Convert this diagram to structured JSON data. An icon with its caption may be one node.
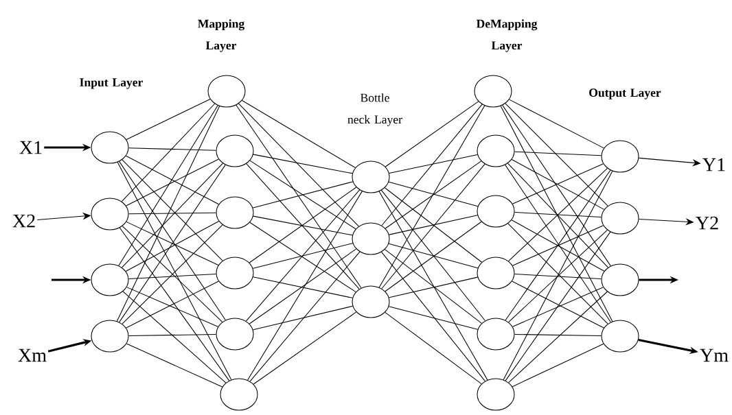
{
  "diagram": {
    "nodes": [
      {
        "text": [
          "X1"
        ]
      },
      {
        "text": [
          "X2"
        ]
      },
      {
        "text": [
          "Xm"
        ]
      },
      {
        "text": [],
        "shape": "circle"
      },
      {
        "text": [],
        "shape": "circle"
      },
      {
        "text": [],
        "shape": "circle"
      },
      {
        "text": [],
        "shape": "circle"
      },
      {
        "text": [],
        "shape": "circle"
      },
      {
        "text": [],
        "shape": "circle"
      },
      {
        "text": [],
        "shape": "circle"
      },
      {
        "text": [],
        "shape": "circle"
      },
      {
        "text": [],
        "shape": "circle"
      },
      {
        "text": [],
        "shape": "circle"
      },
      {
        "text": [],
        "shape": "circle"
      },
      {
        "text": [],
        "shape": "circle"
      },
      {
        "text": [],
        "shape": "circle"
      },
      {
        "text": [],
        "shape": "circle"
      },
      {
        "text": [],
        "shape": "circle"
      },
      {
        "text": [],
        "shape": "circle"
      },
      {
        "text": [],
        "shape": "circle"
      },
      {
        "text": [],
        "shape": "circle"
      },
      {
        "text": [],
        "shape": "circle"
      },
      {
        "text": [],
        "shape": "circle"
      },
      {
        "text": [],
        "shape": "circle"
      },
      {
        "text": [],
        "shape": "circle"
      },
      {
        "text": [],
        "shape": "circle"
      },
      {
        "text": [
          "Y1"
        ]
      },
      {
        "text": [
          "Y2"
        ]
      },
      {
        "text": [
          "Ym"
        ]
      }
    ],
    "edges": [
      {
        "from": 0,
        "to": 3,
        "arrow": "to",
        "style": "thick"
      },
      {
        "from": 1,
        "to": 4,
        "arrow": "to"
      },
      {
        "from": null,
        "to": 5,
        "arrow": "to",
        "style": "thick"
      },
      {
        "from": 2,
        "to": 6,
        "arrow": "to",
        "style": "thick"
      },
      {
        "from": 3,
        "to": 7,
        "arrow": "none"
      },
      {
        "from": 3,
        "to": 8,
        "arrow": "none"
      },
      {
        "from": 3,
        "to": 9,
        "arrow": "none"
      },
      {
        "from": 3,
        "to": 10,
        "arrow": "none"
      },
      {
        "from": 3,
        "to": 11,
        "arrow": "none"
      },
      {
        "from": 3,
        "to": 12,
        "arrow": "none"
      },
      {
        "from": 4,
        "to": 7,
        "arrow": "none"
      },
      {
        "from": 4,
        "to": 8,
        "arrow": "none"
      },
      {
        "from": 4,
        "to": 9,
        "arrow": "none"
      },
      {
        "from": 4,
        "to": 10,
        "arrow": "none"
      },
      {
        "from": 4,
        "to": 11,
        "arrow": "none"
      },
      {
        "from": 4,
        "to": 12,
        "arrow": "none"
      },
      {
        "from": 5,
        "to": 7,
        "arrow": "none"
      },
      {
        "from": 5,
        "to": 8,
        "arrow": "none"
      },
      {
        "from": 5,
        "to": 9,
        "arrow": "none"
      },
      {
        "from": 5,
        "to": 10,
        "arrow": "none"
      },
      {
        "from": 5,
        "to": 11,
        "arrow": "none"
      },
      {
        "from": 5,
        "to": 12,
        "arrow": "none"
      },
      {
        "from": 6,
        "to": 7,
        "arrow": "none"
      },
      {
        "from": 6,
        "to": 8,
        "arrow": "none"
      },
      {
        "from": 6,
        "to": 9,
        "arrow": "none"
      },
      {
        "from": 6,
        "to": 10,
        "arrow": "none"
      },
      {
        "from": 6,
        "to": 11,
        "arrow": "none"
      },
      {
        "from": 6,
        "to": 12,
        "arrow": "none"
      },
      {
        "from": 7,
        "to": 13,
        "arrow": "none"
      },
      {
        "from": 7,
        "to": 14,
        "arrow": "none"
      },
      {
        "from": 7,
        "to": 15,
        "arrow": "none"
      },
      {
        "from": 8,
        "to": 13,
        "arrow": "none"
      },
      {
        "from": 8,
        "to": 14,
        "arrow": "none"
      },
      {
        "from": 8,
        "to": 15,
        "arrow": "none"
      },
      {
        "from": 9,
        "to": 13,
        "arrow": "none"
      },
      {
        "from": 9,
        "to": 14,
        "arrow": "none"
      },
      {
        "from": 9,
        "to": 15,
        "arrow": "none"
      },
      {
        "from": 10,
        "to": 13,
        "arrow": "none"
      },
      {
        "from": 10,
        "to": 14,
        "arrow": "none"
      },
      {
        "from": 10,
        "to": 15,
        "arrow": "none"
      },
      {
        "from": 11,
        "to": 13,
        "arrow": "none"
      },
      {
        "from": 11,
        "to": 14,
        "arrow": "none"
      },
      {
        "from": 11,
        "to": 15,
        "arrow": "none"
      },
      {
        "from": 12,
        "to": 13,
        "arrow": "none"
      },
      {
        "from": 12,
        "to": 14,
        "arrow": "none"
      },
      {
        "from": 12,
        "to": 15,
        "arrow": "none"
      },
      {
        "from": 13,
        "to": 16,
        "arrow": "none"
      },
      {
        "from": 13,
        "to": 17,
        "arrow": "none"
      },
      {
        "from": 13,
        "to": 18,
        "arrow": "none"
      },
      {
        "from": 13,
        "to": 19,
        "arrow": "none"
      },
      {
        "from": 13,
        "to": 20,
        "arrow": "none"
      },
      {
        "from": 13,
        "to": 21,
        "arrow": "none"
      },
      {
        "from": 14,
        "to": 16,
        "arrow": "none"
      },
      {
        "from": 14,
        "to": 17,
        "arrow": "none"
      },
      {
        "from": 14,
        "to": 18,
        "arrow": "none"
      },
      {
        "from": 14,
        "to": 19,
        "arrow": "none"
      },
      {
        "from": 14,
        "to": 20,
        "arrow": "none"
      },
      {
        "from": 14,
        "to": 21,
        "arrow": "none"
      },
      {
        "from": 15,
        "to": 16,
        "arrow": "none"
      },
      {
        "from": 15,
        "to": 17,
        "arrow": "none"
      },
      {
        "from": 15,
        "to": 18,
        "arrow": "none"
      },
      {
        "from": 15,
        "to": 19,
        "arrow": "none"
      },
      {
        "from": 15,
        "to": 20,
        "arrow": "none"
      },
      {
        "from": 15,
        "to": 21,
        "arrow": "none"
      },
      {
        "from": 16,
        "to": 22,
        "arrow": "none"
      },
      {
        "from": 16,
        "to": 23,
        "arrow": "none"
      },
      {
        "from": 16,
        "to": 24,
        "arrow": "none"
      },
      {
        "from": 16,
        "to": 25,
        "arrow": "none"
      },
      {
        "from": 17,
        "to": 22,
        "arrow": "none"
      },
      {
        "from": 17,
        "to": 23,
        "arrow": "none"
      },
      {
        "from": 17,
        "to": 24,
        "arrow": "none"
      },
      {
        "from": 17,
        "to": 25,
        "arrow": "none"
      },
      {
        "from": 18,
        "to": 22,
        "arrow": "none"
      },
      {
        "from": 18,
        "to": 23,
        "arrow": "none"
      },
      {
        "from": 18,
        "to": 24,
        "arrow": "none"
      },
      {
        "from": 18,
        "to": 25,
        "arrow": "none"
      },
      {
        "from": 19,
        "to": 22,
        "arrow": "none"
      },
      {
        "from": 19,
        "to": 23,
        "arrow": "none"
      },
      {
        "from": 19,
        "to": 24,
        "arrow": "none"
      },
      {
        "from": 19,
        "to": 25,
        "arrow": "none"
      },
      {
        "from": 20,
        "to": 22,
        "arrow": "none"
      },
      {
        "from": 20,
        "to": 23,
        "arrow": "none"
      },
      {
        "from": 20,
        "to": 24,
        "arrow": "none"
      },
      {
        "from": 20,
        "to": 25,
        "arrow": "none"
      },
      {
        "from": 21,
        "to": 22,
        "arrow": "none"
      },
      {
        "from": 21,
        "to": 23,
        "arrow": "none"
      },
      {
        "from": 21,
        "to": 24,
        "arrow": "none"
      },
      {
        "from": 21,
        "to": 25,
        "arrow": "none"
      },
      {
        "from": 22,
        "to": 26,
        "arrow": "to"
      },
      {
        "from": 23,
        "to": 27,
        "arrow": "to"
      },
      {
        "from": 24,
        "to": null,
        "arrow": "to",
        "style": "thick"
      },
      {
        "from": 25,
        "to": 28,
        "arrow": "to",
        "style": "thick"
      }
    ],
    "labels": [
      "Input Layer",
      "Mapping Layer",
      "Bottle neck Layer",
      "DeMapping Layer",
      "Output Layer"
    ]
  }
}
